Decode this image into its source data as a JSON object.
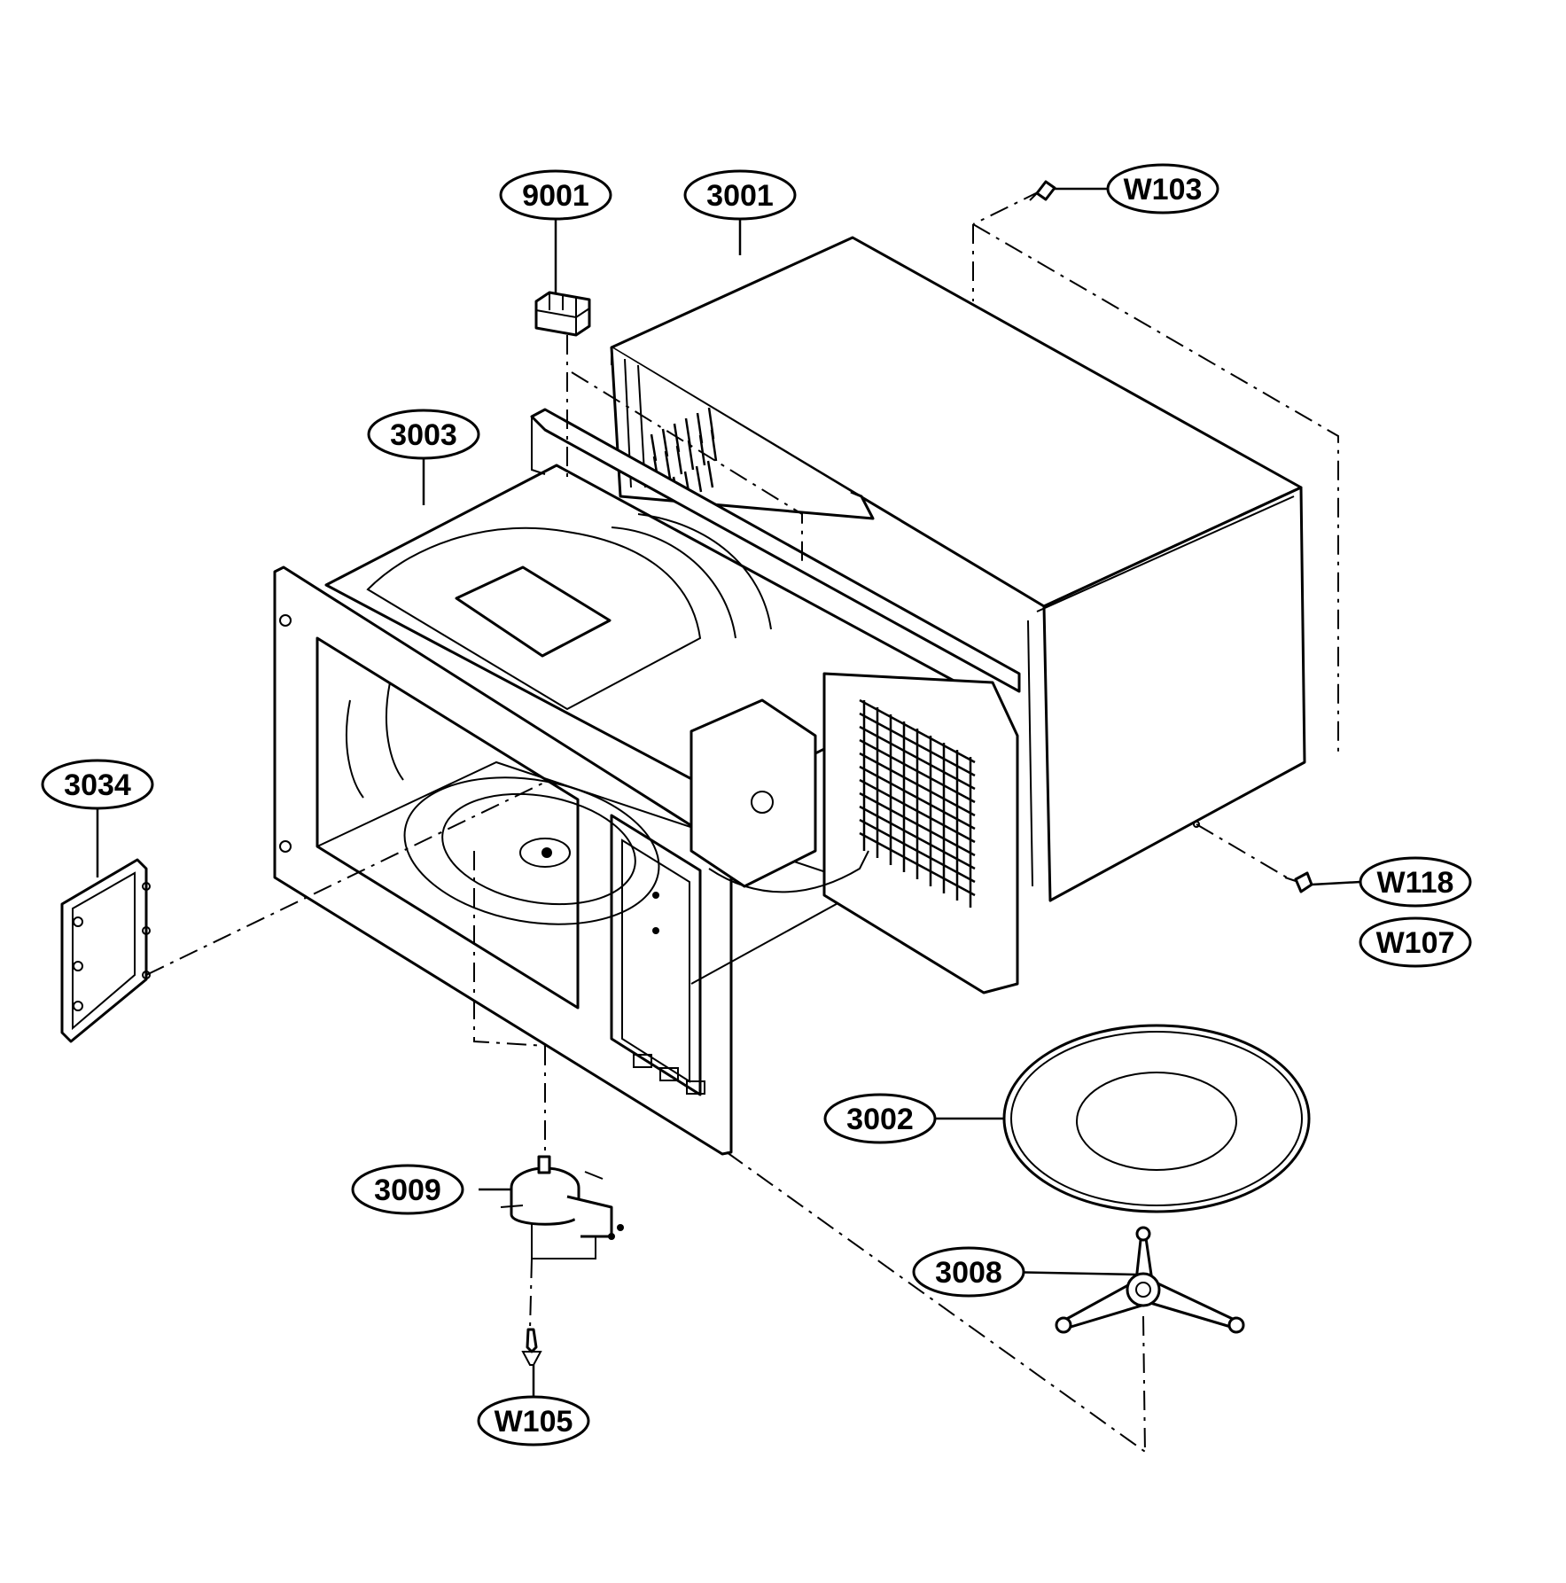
{
  "labels": {
    "part_9001": "9001",
    "part_3001": "3001",
    "part_W103": "W103",
    "part_3003": "3003",
    "part_3034": "3034",
    "part_W118": "W118",
    "part_W107": "W107",
    "part_3002": "3002",
    "part_3009": "3009",
    "part_3008": "3008",
    "part_W105": "W105"
  },
  "colors": {
    "line": "#000000",
    "background": "#ffffff"
  }
}
